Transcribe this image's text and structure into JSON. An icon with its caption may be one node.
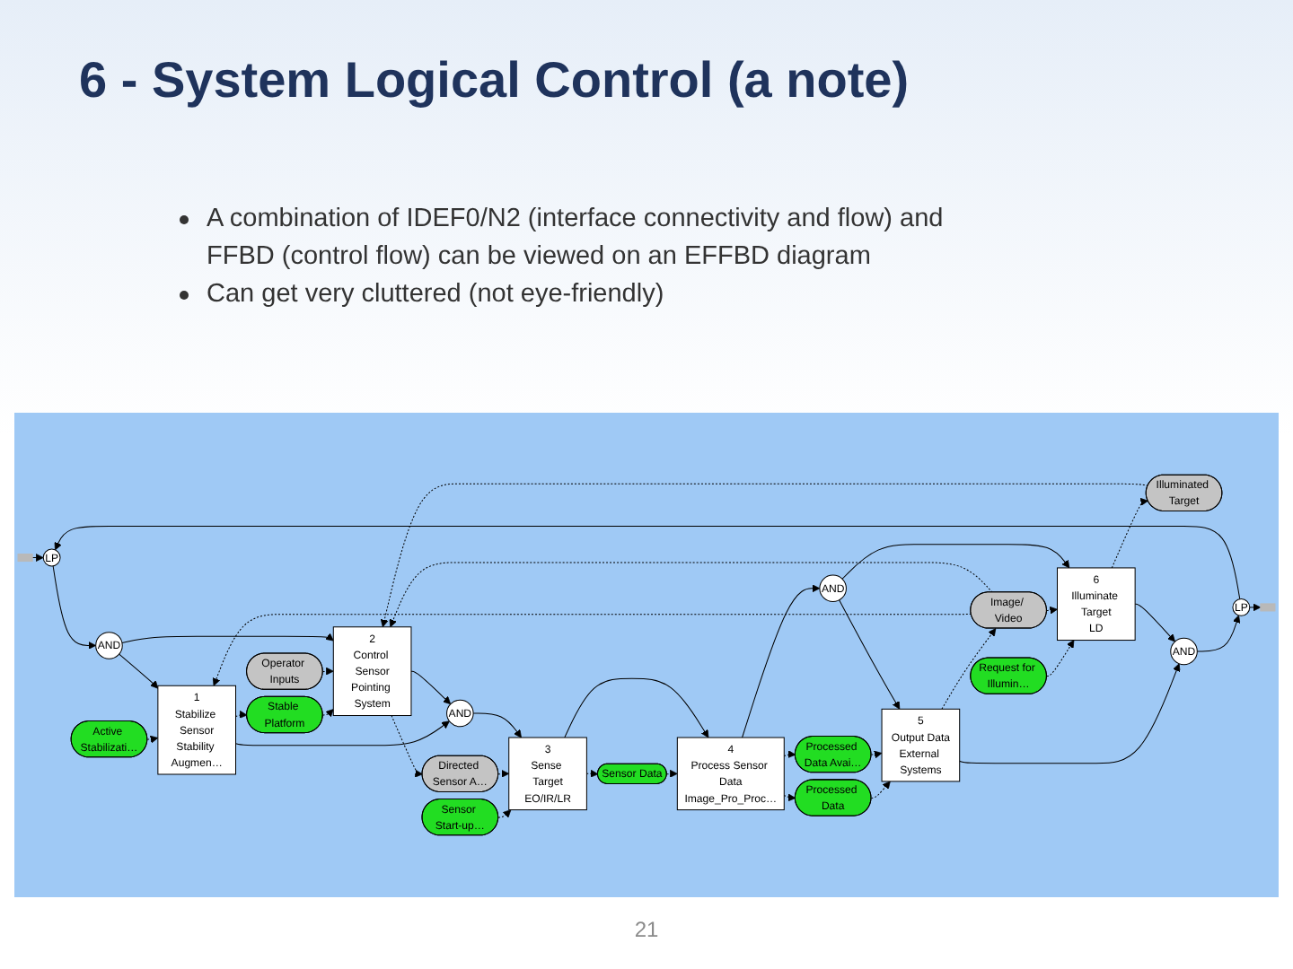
{
  "diagram": {
    "title": "6 - System Logical Control (a note)",
    "nodes": [
      {
        "text": [
          "Active Stabilizati…"
        ]
      },
      {
        "text": [
          "Illuminated Target"
        ]
      },
      {
        "text": [
          "Image/ Video"
        ]
      },
      {
        "text": [
          "Processed Data"
        ]
      },
      {
        "text": [
          "Sensor Start-up…"
        ]
      },
      {
        "text": [
          "1",
          "Stabilize Sensor",
          "Stability Augmen…"
        ]
      },
      {
        "text": [
          "5",
          "Output Data",
          "External Systems"
        ]
      },
      {
        "text": [],
        "shape": "bar"
      },
      {
        "text": [
          "LP"
        ]
      },
      {
        "text": [
          "AND"
        ]
      },
      {
        "text": [
          "AND"
        ]
      },
      {
        "text": [
          "3",
          "Sense Target",
          "EO/IR/LR"
        ]
      },
      {
        "text": [
          "4",
          "Process Sensor Data",
          "Image_Pro_Proc…"
        ]
      },
      {
        "text": [
          "AND"
        ]
      },
      {
        "text": [
          "AND"
        ]
      },
      {
        "text": [
          "LP"
        ]
      },
      {
        "text": [],
        "shape": "bar"
      },
      {
        "text": [
          "2",
          "Control Sensor",
          "Pointing System"
        ]
      },
      {
        "text": [
          "6",
          "Illuminate Target",
          "LD"
        ]
      },
      {
        "text": [
          "Stable Platform"
        ]
      },
      {
        "text": [
          "Operator Inputs"
        ]
      },
      {
        "text": [
          "Directed Sensor A…"
        ]
      },
      {
        "text": [
          "Sensor Data"
        ]
      },
      {
        "text": [
          "Processed Data Avai…"
        ]
      },
      {
        "text": [
          "Request for Illumin…"
        ]
      }
    ],
    "edges": [
      {
        "from": 0,
        "to": 5,
        "arrow": "to",
        "style": "dashed"
      },
      {
        "from": 1,
        "to": 17,
        "arrow": "to",
        "style": "dashed"
      },
      {
        "from": 2,
        "to": 5,
        "arrow": "to",
        "style": "dashed"
      },
      {
        "from": 2,
        "to": 17,
        "arrow": "to",
        "style": "dashed"
      },
      {
        "from": 4,
        "to": 11,
        "arrow": "to",
        "style": "dashed"
      },
      {
        "from": 5,
        "to": 19,
        "arrow": "to",
        "style": "dashed"
      },
      {
        "from": 19,
        "to": 17,
        "arrow": "to",
        "style": "dashed"
      },
      {
        "from": 20,
        "to": 17,
        "arrow": "to",
        "style": "dashed"
      },
      {
        "from": 17,
        "to": 21,
        "arrow": "to",
        "style": "dashed"
      },
      {
        "from": 21,
        "to": 11,
        "arrow": "to",
        "style": "dashed"
      },
      {
        "from": 11,
        "to": 22,
        "arrow": "to",
        "style": "dashed"
      },
      {
        "from": 22,
        "to": 12,
        "arrow": "to",
        "style": "dashed"
      },
      {
        "from": 12,
        "to": 3,
        "arrow": "to",
        "style": "dashed"
      },
      {
        "from": 3,
        "to": 6,
        "arrow": "to",
        "style": "dashed"
      },
      {
        "from": 12,
        "to": 23,
        "arrow": "to",
        "style": "dashed"
      },
      {
        "from": 23,
        "to": 6,
        "arrow": "to",
        "style": "dashed"
      },
      {
        "from": 24,
        "to": 18,
        "arrow": "to",
        "style": "dashed"
      },
      {
        "from": 18,
        "to": 1,
        "arrow": "to",
        "style": "dashed"
      },
      {
        "from": 2,
        "to": 18,
        "arrow": "to",
        "style": "dashed"
      },
      {
        "from": 6,
        "to": 2,
        "arrow": "to",
        "style": "dashed"
      },
      {
        "from": 7,
        "to": 8,
        "arrow": "to"
      },
      {
        "from": 8,
        "to": 9,
        "arrow": "to"
      },
      {
        "from": 9,
        "to": 5,
        "arrow": "to"
      },
      {
        "from": 9,
        "to": 17,
        "arrow": "to"
      },
      {
        "from": 5,
        "to": 10,
        "arrow": "to"
      },
      {
        "from": 17,
        "to": 10,
        "arrow": "to"
      },
      {
        "from": 10,
        "to": 11,
        "arrow": "to"
      },
      {
        "from": 11,
        "to": 12,
        "arrow": "to"
      },
      {
        "from": 12,
        "to": 13,
        "arrow": "to"
      },
      {
        "from": 13,
        "to": 6,
        "arrow": "to"
      },
      {
        "from": 13,
        "to": 18,
        "arrow": "to"
      },
      {
        "from": 6,
        "to": 14,
        "arrow": "to"
      },
      {
        "from": 18,
        "to": 14,
        "arrow": "to"
      },
      {
        "from": 14,
        "to": 15,
        "arrow": "to"
      },
      {
        "from": 15,
        "to": 16,
        "arrow": "to"
      },
      {
        "from": 15,
        "to": 8,
        "arrow": "to"
      }
    ],
    "labels": [
      "A combination of IDEF0/N2 (interface connectivity and flow) and FFBD (control flow) can be viewed on an EFFBD diagram",
      "Can get very cluttered (not eye-friendly)",
      "21"
    ]
  }
}
